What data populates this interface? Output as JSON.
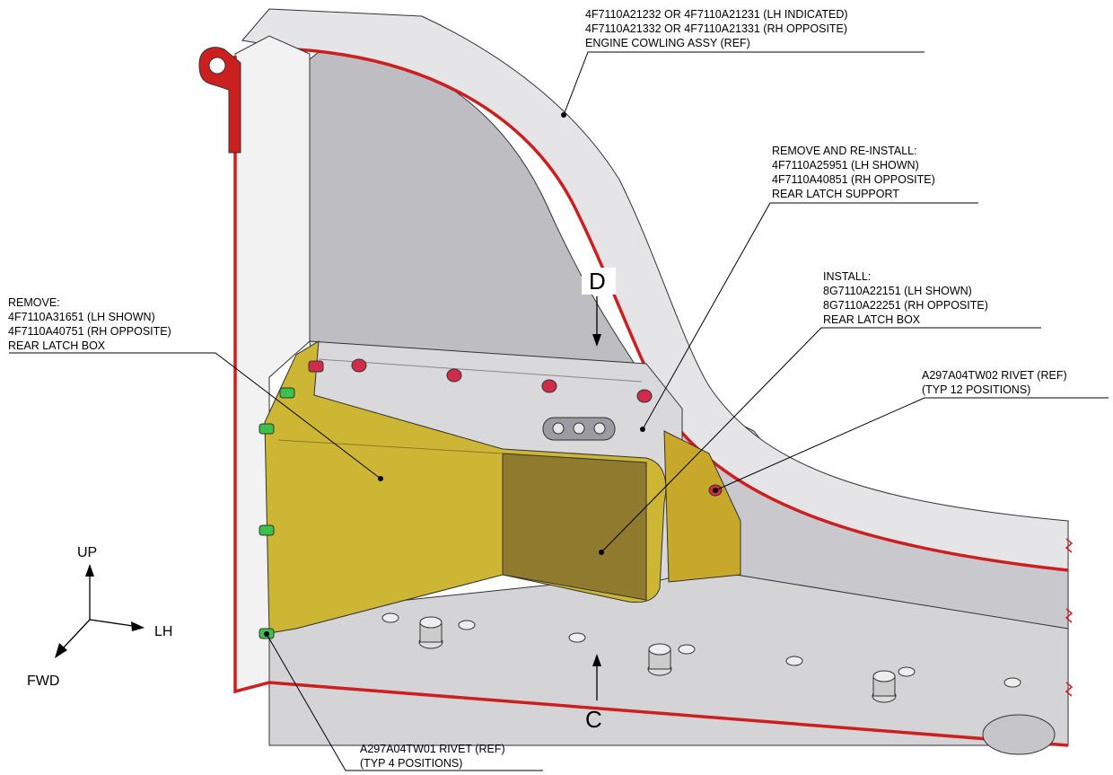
{
  "callouts": {
    "cowling": {
      "lines": [
        "4F7110A21232 OR 4F7110A21231 (LH INDICATED)",
        "4F7110A21332 OR 4F7110A21331 (RH OPPOSITE)",
        "ENGINE COWLING ASSY (REF)"
      ]
    },
    "support": {
      "lines": [
        "REMOVE AND RE-INSTALL:",
        "4F7110A25951 (LH SHOWN)",
        "4F7110A40851 (RH OPPOSITE)",
        "REAR LATCH SUPPORT"
      ]
    },
    "install_box": {
      "lines": [
        "INSTALL:",
        "8G7110A22151 (LH SHOWN)",
        "8G7110A22251 (RH OPPOSITE)",
        "REAR LATCH BOX"
      ]
    },
    "remove_box": {
      "lines": [
        "REMOVE:",
        "4F7110A31651 (LH SHOWN)",
        "4F7110A40751 (RH OPPOSITE)",
        "REAR LATCH BOX"
      ]
    },
    "rivet_ref_12": {
      "lines": [
        "A297A04TW02 RIVET (REF)",
        "(TYP 12 POSITIONS)"
      ]
    },
    "rivet_ref_4": {
      "lines": [
        "A297A04TW01 RIVET (REF)",
        "(TYP 4 POSITIONS)"
      ]
    }
  },
  "views": {
    "d": "D",
    "c": "C"
  },
  "directions": {
    "up": "UP",
    "lh": "LH",
    "fwd": "FWD"
  },
  "colors": {
    "outline": "#333333",
    "cowling_fill": "#e6e6e6",
    "panel_fill": "#bfbfc4",
    "floor_fill": "#d3d3d6",
    "edge_red": "#cc1f1f",
    "latch_box": "#cdb633",
    "latch_box_side": "#8f7a2e",
    "rivet_red": "#d02c4a",
    "rivet_green": "#3cc24a"
  }
}
